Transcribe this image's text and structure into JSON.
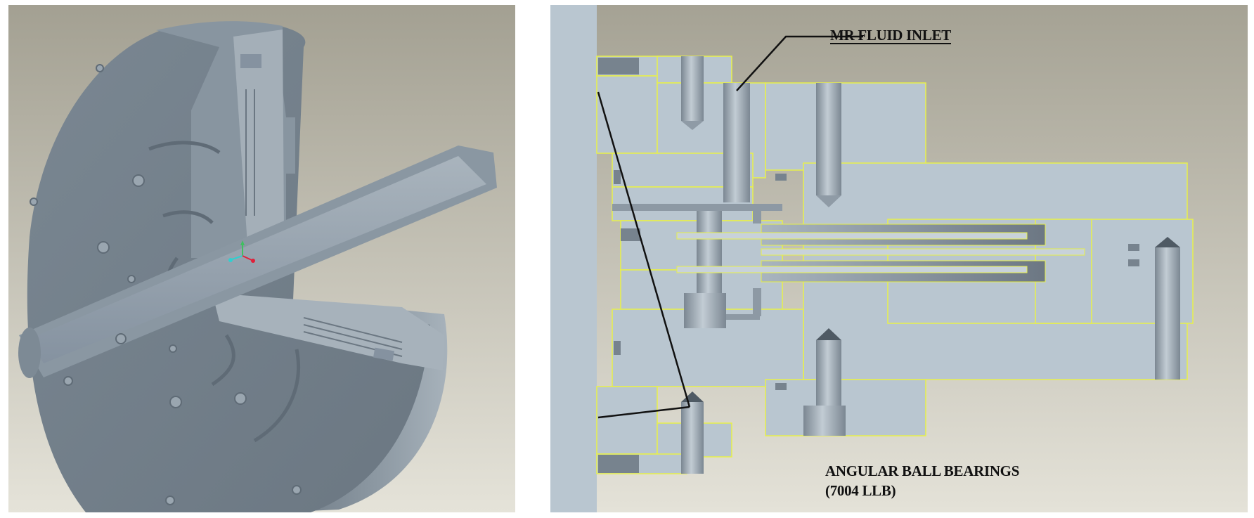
{
  "figure": {
    "left_view": {
      "name": "3D cutaway view of MR fluid device",
      "elements": [
        "disc-housing",
        "shaft",
        "coordinate-axes",
        "bolt-holes",
        "cross-section-cut"
      ]
    },
    "right_view": {
      "name": "2D cross-section view",
      "annotations": {
        "inlet": "MR FLUID INLET",
        "bearings_line1": "ANGULAR BALL BEARINGS",
        "bearings_line2": "(7004 LLB)"
      }
    },
    "colors": {
      "background_top": "#a5a294",
      "background_bottom": "#e4e2d8",
      "part_fill": "#b9c6d0",
      "part_dark": "#6f7c87",
      "section_edge": "#e8f04a",
      "leader_line": "#111111",
      "axis_x": "#e0203a",
      "axis_y": "#40c060",
      "axis_z": "#30d0d0"
    }
  }
}
